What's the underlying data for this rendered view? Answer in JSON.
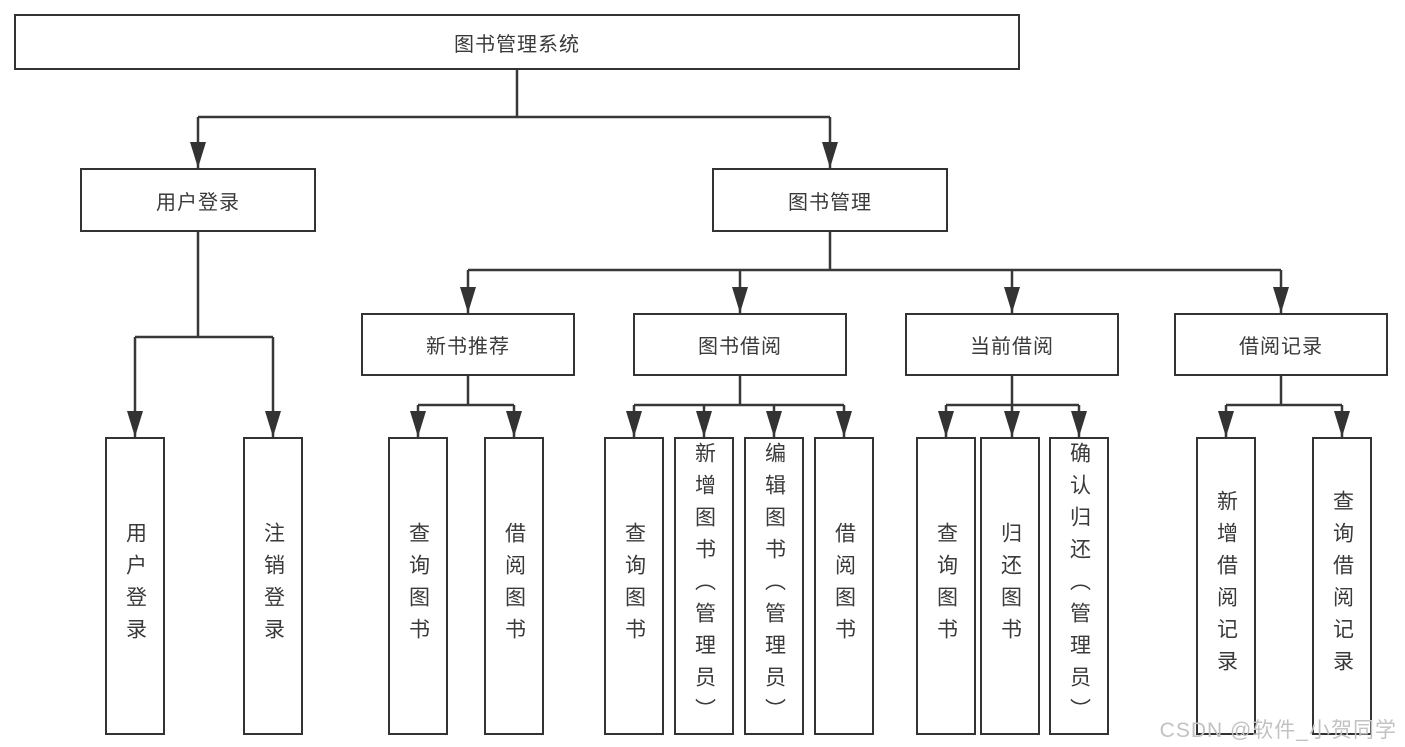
{
  "diagram": {
    "root": {
      "label": "图书管理系统"
    },
    "branches": [
      {
        "label": "用户登录",
        "children": [
          "用户登录",
          "注销登录"
        ]
      },
      {
        "label": "图书管理",
        "groups": [
          {
            "label": "新书推荐",
            "children": [
              "查询图书",
              "借阅图书"
            ]
          },
          {
            "label": "图书借阅",
            "children": [
              "查询图书",
              "新增图书（管理员）",
              "编辑图书（管理员）",
              "借阅图书"
            ]
          },
          {
            "label": "当前借阅",
            "children": [
              "查询图书",
              "归还图书",
              "确认归还（管理员）"
            ]
          },
          {
            "label": "借阅记录",
            "children": [
              "新增借阅记录",
              "查询借阅记录"
            ]
          }
        ]
      }
    ]
  },
  "watermark": {
    "text": "CSDN @软件_小贺同学"
  },
  "colors": {
    "line": "#383838",
    "border": "#333333",
    "text": "#3a3a3a",
    "watermark": "#c2c2c2",
    "background": "#ffffff"
  }
}
